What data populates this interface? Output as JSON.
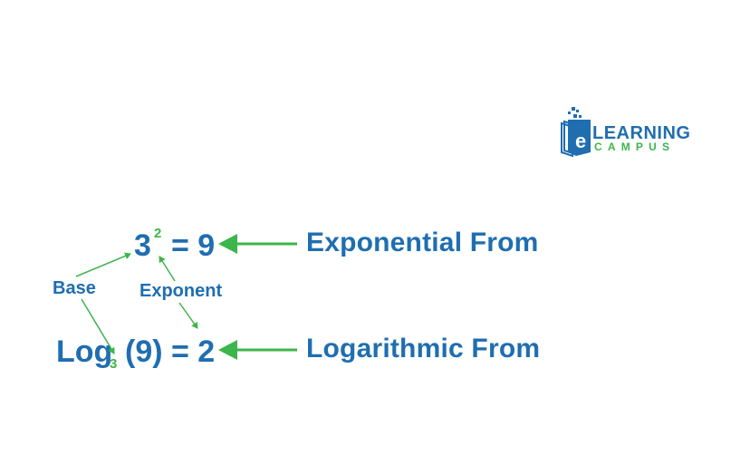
{
  "logo": {
    "line1": "LEARNING",
    "line2": "CAMPUS",
    "glyph": "e"
  },
  "exponential": {
    "base": "3",
    "exponent": "2",
    "rest": "= 9",
    "label": "Exponential From"
  },
  "logarithmic": {
    "log": "Log",
    "base": "3",
    "rest": "(9) = 2",
    "label": "Logarithmic From"
  },
  "annotations": {
    "base": "Base",
    "exponent": "Exponent"
  },
  "colors": {
    "blue": "#1f6eb0",
    "green": "#3cb54a"
  }
}
